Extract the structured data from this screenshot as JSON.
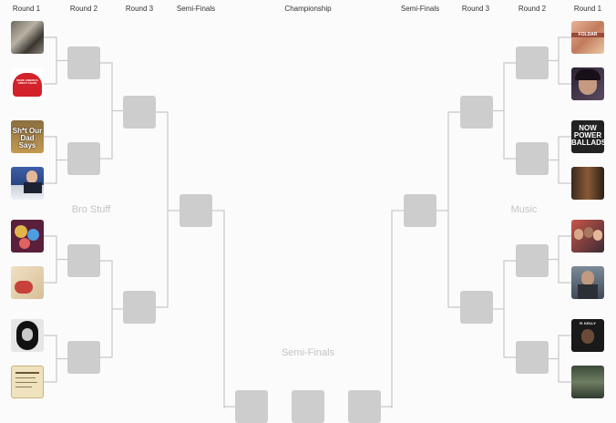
{
  "headers": {
    "left_round1": "Round 1",
    "left_round2": "Round 2",
    "left_round3": "Round 3",
    "left_semis": "Semi-Finals",
    "championship": "Championship",
    "right_semis": "Semi-Finals",
    "right_round3": "Round 3",
    "right_round2": "Round 2",
    "right_round1": "Round 1"
  },
  "regions": {
    "left": "Bro Stuff",
    "right": "Music",
    "center": "Semi-Finals"
  },
  "entries": {
    "left": [
      {
        "icon": "band-photo-thumbnail"
      },
      {
        "icon": "red-cap-thumbnail",
        "caption": "MAKE AMERICA GREAT AGAIN"
      },
      {
        "icon": "sht-my-dad-says-thumbnail",
        "caption": "Sh*t Our Dad Says"
      },
      {
        "icon": "politician-thumbnail"
      },
      {
        "icon": "colorful-circles-thumbnail"
      },
      {
        "icon": "hand-thumbnail"
      },
      {
        "icon": "portrait-bw-thumbnail"
      },
      {
        "icon": "document-thumbnail"
      }
    ],
    "right": [
      {
        "icon": "foldable-art-thumbnail",
        "caption": "FOLDAR"
      },
      {
        "icon": "singer-thumbnail"
      },
      {
        "icon": "now-power-ballads-thumbnail",
        "caption": "NOW POWER BALLADS"
      },
      {
        "icon": "rock-band-thumbnail"
      },
      {
        "icon": "group-photo-thumbnail"
      },
      {
        "icon": "man-portrait-thumbnail"
      },
      {
        "icon": "r-kelly-thumbnail",
        "caption": "R. KELLY"
      },
      {
        "icon": "choir-thumbnail"
      }
    ]
  },
  "colors": {
    "slot": "#cdcdcd",
    "line": "#c8c8c8",
    "region_text": "#c4c4c4"
  }
}
